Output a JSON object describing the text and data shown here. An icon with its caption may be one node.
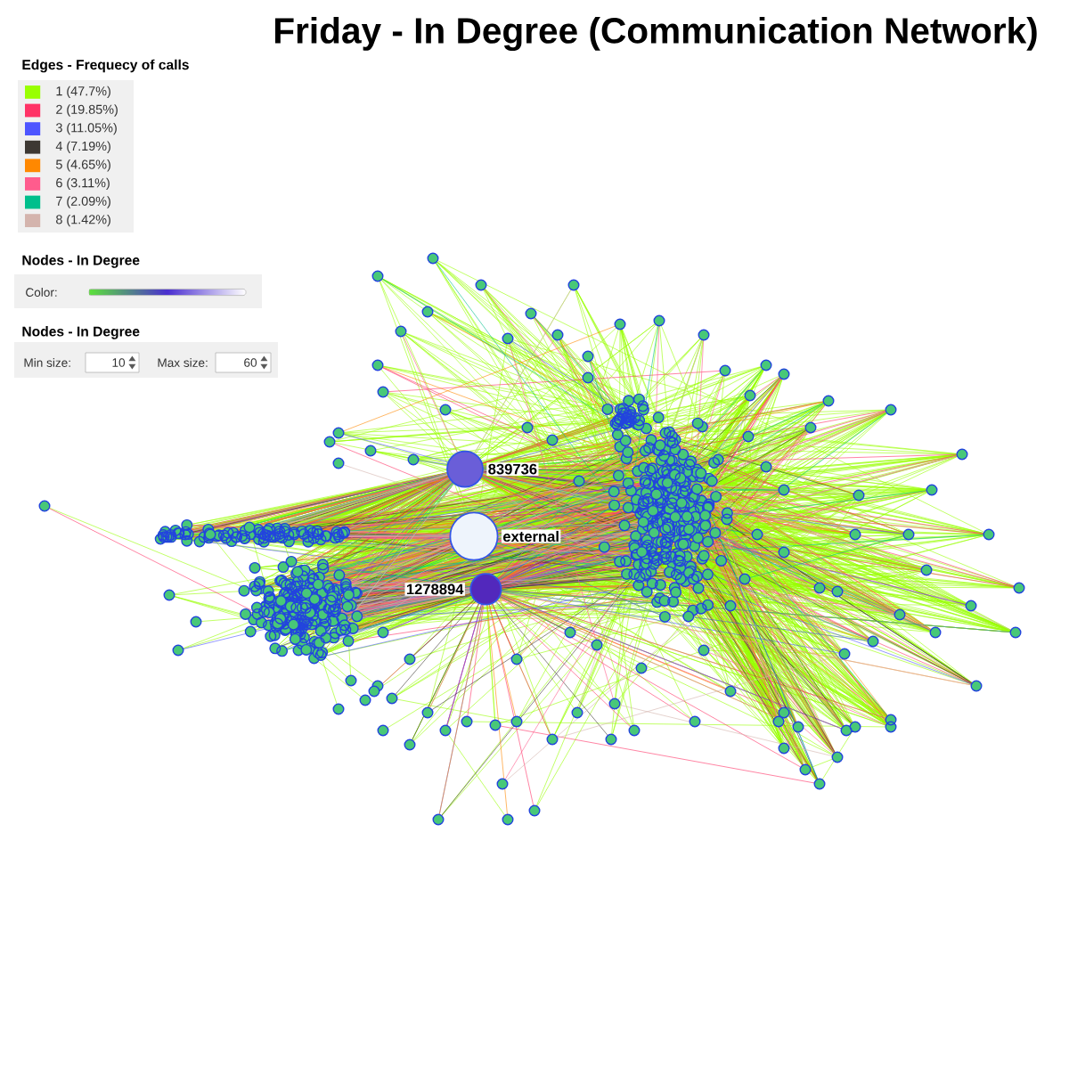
{
  "diagram": {
    "title": "Friday - In Degree (Communication Network)",
    "nodes": [
      {
        "text": [
          "839736"
        ]
      },
      {
        "text": [
          "external"
        ]
      },
      {
        "text": [
          "1278894"
        ]
      }
    ],
    "labels": [
      "Edges - Frequecy of calls",
      "Nodes - In Degree",
      "Color:",
      "Nodes - In Degree",
      "Min size:",
      "10",
      "Max size:",
      "60"
    ],
    "legend": [
      {
        "text": "1 (47.7%)",
        "color": "#99ff00"
      },
      {
        "text": "2 (19.85%)",
        "color": "#ff3366"
      },
      {
        "text": "3 (11.05%)",
        "color": "#4d55ff"
      },
      {
        "text": "4 (7.19%)",
        "color": "#3d3833"
      },
      {
        "text": "5 (4.65%)",
        "color": "#ff8800"
      },
      {
        "text": "6 (3.11%)",
        "color": "#ff5c8d"
      },
      {
        "text": "7 (2.09%)",
        "color": "#00bf8c"
      },
      {
        "text": "8 (1.42%)",
        "color": "#d4b4ad"
      }
    ]
  }
}
